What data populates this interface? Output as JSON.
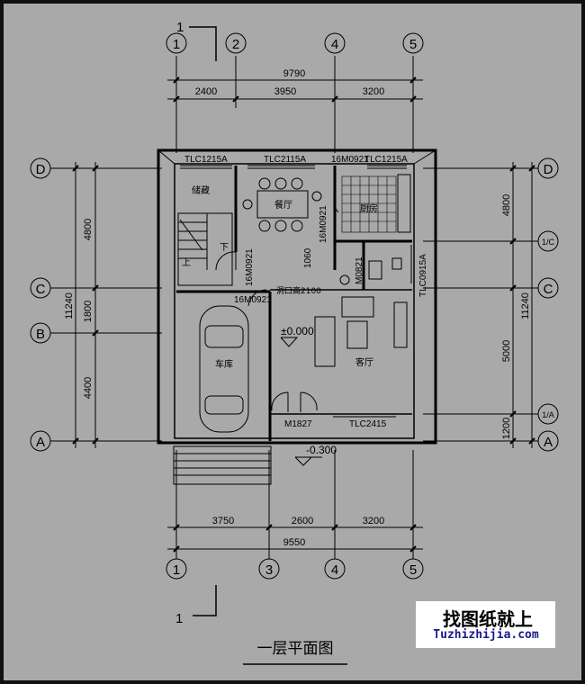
{
  "drawing": {
    "title": "一层平面图",
    "section_mark_top": "1",
    "section_mark_bottom": "1",
    "axes_top": [
      "1",
      "2",
      "4",
      "5"
    ],
    "axes_bottom": [
      "1",
      "3",
      "4",
      "5"
    ],
    "axes_left": [
      "D",
      "C",
      "B",
      "A"
    ],
    "axes_right": [
      "D",
      "1/C",
      "C",
      "1/A",
      "A"
    ],
    "dims_top_total": "9790",
    "dims_top": [
      "2400",
      "3950",
      "3200"
    ],
    "dims_bottom": [
      "3750",
      "2600",
      "3200"
    ],
    "dims_bottom_total": "9550",
    "dims_left_total": "11240",
    "dims_left": [
      "4800",
      "1800",
      "4400"
    ],
    "dims_right_total": "11240",
    "dims_right": [
      "4800",
      "5000",
      "1200"
    ],
    "windows": [
      "TLC1215A",
      "TLC2115A",
      "TLC1215A",
      "TLC0915A",
      "TLC2415"
    ],
    "doors": [
      "16M0921",
      "16M0921",
      "16M0921",
      "16M0921",
      "M0821",
      "M1827"
    ],
    "notes": [
      "洞口高2100",
      "1060"
    ],
    "rooms": [
      "储藏",
      "餐厅",
      "厨房",
      "车库",
      "客厅",
      "上",
      "下"
    ],
    "elevations": [
      "±0.000",
      "-0.300"
    ]
  },
  "watermark": {
    "cn": "找图纸就上",
    "url": "Tuzhizhijia.com"
  },
  "colors": {
    "background": "#a9a9a9",
    "line": "#000000",
    "frame": "#111111"
  }
}
